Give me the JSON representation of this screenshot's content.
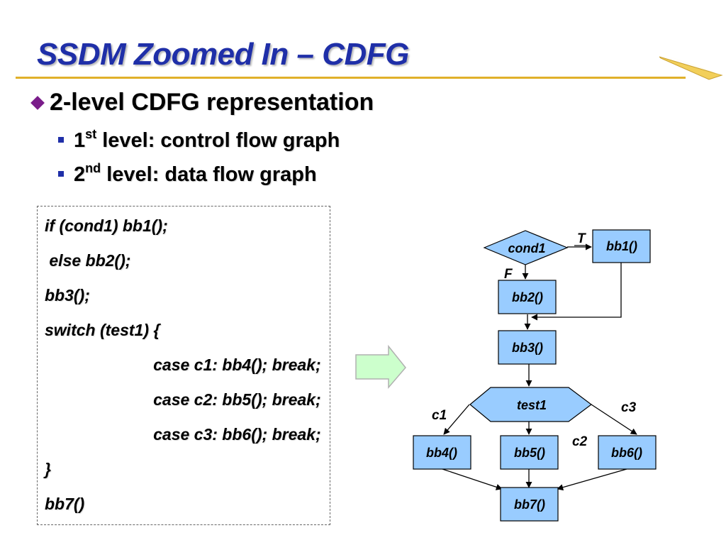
{
  "slide": {
    "title": "SSDM Zoomed In – CDFG",
    "bullet": "2-level CDFG representation",
    "sub_bullets": [
      {
        "num": "1",
        "sup": "st",
        "rest": " level: control flow graph"
      },
      {
        "num": "2",
        "sup": "nd",
        "rest": " level: data flow graph"
      }
    ]
  },
  "code_lines": [
    "if (cond1) bb1();",
    " else bb2();",
    "bb3();",
    "switch (test1) {",
    "        case c1: bb4(); break;",
    "        case c2: bb5(); break;",
    "        case c3: bb6(); break;",
    "}",
    "bb7()"
  ],
  "graph": {
    "nodes": {
      "cond1": "cond1",
      "bb1": "bb1()",
      "bb2": "bb2()",
      "bb3": "bb3()",
      "test1": "test1",
      "bb4": "bb4()",
      "bb5": "bb5()",
      "bb6": "bb6()",
      "bb7": "bb7()"
    },
    "edge_labels": {
      "T": "T",
      "F": "F",
      "c1": "c1",
      "c2": "c2",
      "c3": "c3"
    }
  },
  "colors": {
    "title": "#1f2fa8",
    "rule": "#e0b02a",
    "node_fill": "#99ccff",
    "arrow_fill": "#ccffcc",
    "bullet_diamond": "#7a1d8a"
  }
}
